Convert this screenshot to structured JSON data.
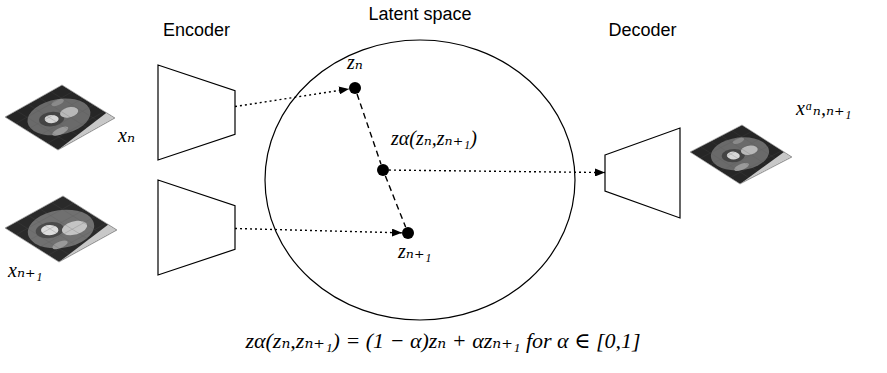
{
  "diagram": {
    "nodes": [
      {
        "text": [
          "Encoder"
        ]
      },
      {
        "text": []
      },
      {
        "text": [
          "Latent space"
        ]
      },
      {
        "text": [
          "zₙ"
        ],
        "in": 2
      },
      {
        "text": [
          "zα(zₙ,zₙ₊₁)"
        ],
        "in": 2
      },
      {
        "text": [
          "zₙ₊₁"
        ],
        "in": 2
      },
      {
        "text": [
          "Decoder"
        ]
      }
    ],
    "edges": [
      {
        "from": 0,
        "to": 3,
        "arrow": "to"
      },
      {
        "from": 1,
        "to": 5,
        "arrow": "to"
      },
      {
        "from": 3,
        "to": 4,
        "arrow": "none"
      },
      {
        "from": 4,
        "to": 5,
        "arrow": "none"
      },
      {
        "from": 4,
        "to": 6,
        "arrow": "to"
      }
    ],
    "labels": [
      "xₙ",
      "xₙ₊₁",
      "xᵅₙ,ₙ₊₁",
      "zα(zₙ,zₙ₊₁) = (1 − α)zₙ + αzₙ₊₁ for α ∈ [0,1]"
    ]
  }
}
